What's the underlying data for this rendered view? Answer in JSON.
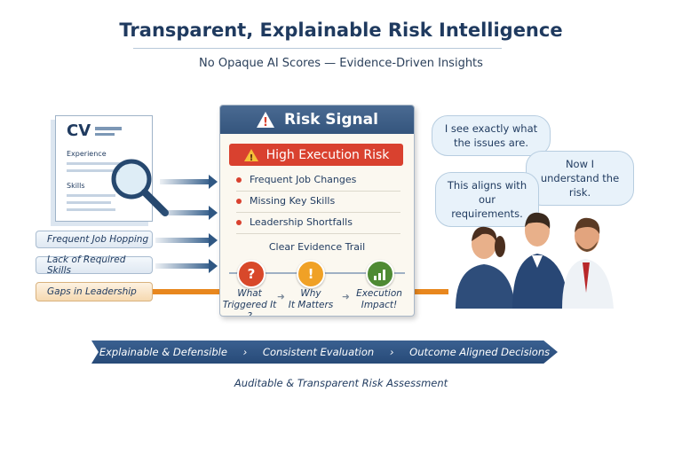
{
  "title": "Transparent, Explainable Risk Intelligence",
  "subtitle": "No Opaque AI Scores — Evidence-Driven Insights",
  "cv": {
    "heading": "CV",
    "experience": "Experience",
    "skills": "Skills"
  },
  "inputs": [
    {
      "label": "Frequent Job Hopping"
    },
    {
      "label": "Lack of Required Skills"
    },
    {
      "label": "Gaps in Leadership"
    }
  ],
  "panel": {
    "title": "Risk Signal",
    "alert": "High Execution Risk",
    "items": [
      "Frequent Job Changes",
      "Missing Key Skills",
      "Leadership Shortfalls"
    ],
    "trail_title": "Clear Evidence Trail",
    "steps": [
      {
        "icon": "?",
        "line1": "What",
        "line2": "Triggered It ?"
      },
      {
        "icon": "!",
        "line1": "Why",
        "line2": "It Matters"
      },
      {
        "icon": "chart",
        "line1": "Execution",
        "line2": "Impact!"
      }
    ]
  },
  "bubbles": [
    "I see exactly what the issues are.",
    "Now I understand the risk.",
    "This aligns with our requirements."
  ],
  "banner": {
    "items": [
      "Explainable & Defensible",
      "Consistent Evaluation",
      "Outcome Aligned Decisions"
    ],
    "separator": "›"
  },
  "footer": "Auditable & Transparent Risk Assessment",
  "colors": {
    "navy": "#1f3a5f",
    "red": "#d9412f",
    "orange": "#e8871e",
    "green": "#4e8a34"
  }
}
